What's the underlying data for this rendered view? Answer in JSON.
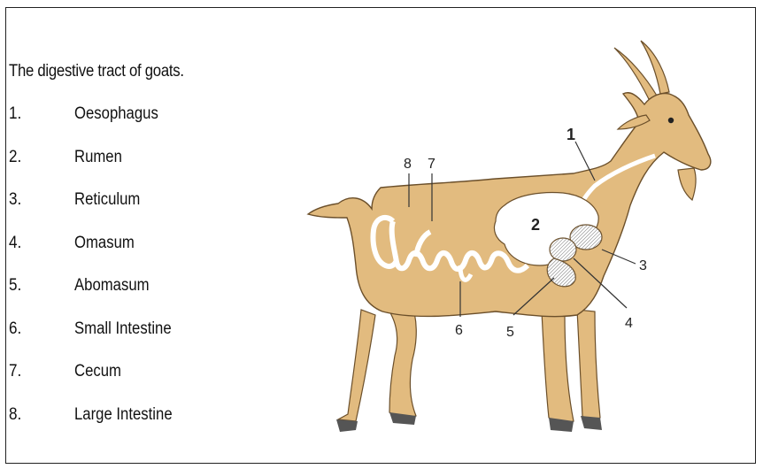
{
  "title": "The digestive tract of goats.",
  "legend": [
    {
      "num": "1.",
      "label": "Oesophagus"
    },
    {
      "num": "2.",
      "label": "Rumen"
    },
    {
      "num": "3.",
      "label": "Reticulum"
    },
    {
      "num": "4.",
      "label": "Omasum"
    },
    {
      "num": "5.",
      "label": "Abomasum"
    },
    {
      "num": "6.",
      "label": "Small Intestine"
    },
    {
      "num": "7.",
      "label": "Cecum"
    },
    {
      "num": "8.",
      "label": "Large Intestine"
    }
  ],
  "callouts": {
    "c1": "1",
    "c2": "2",
    "c3": "3",
    "c4": "4",
    "c5": "5",
    "c6": "6",
    "c7": "7",
    "c8": "8"
  },
  "colors": {
    "body": "#e2bb7f",
    "outline": "#6b4f2a",
    "organ": "#ffffff",
    "hoof": "#555555"
  }
}
